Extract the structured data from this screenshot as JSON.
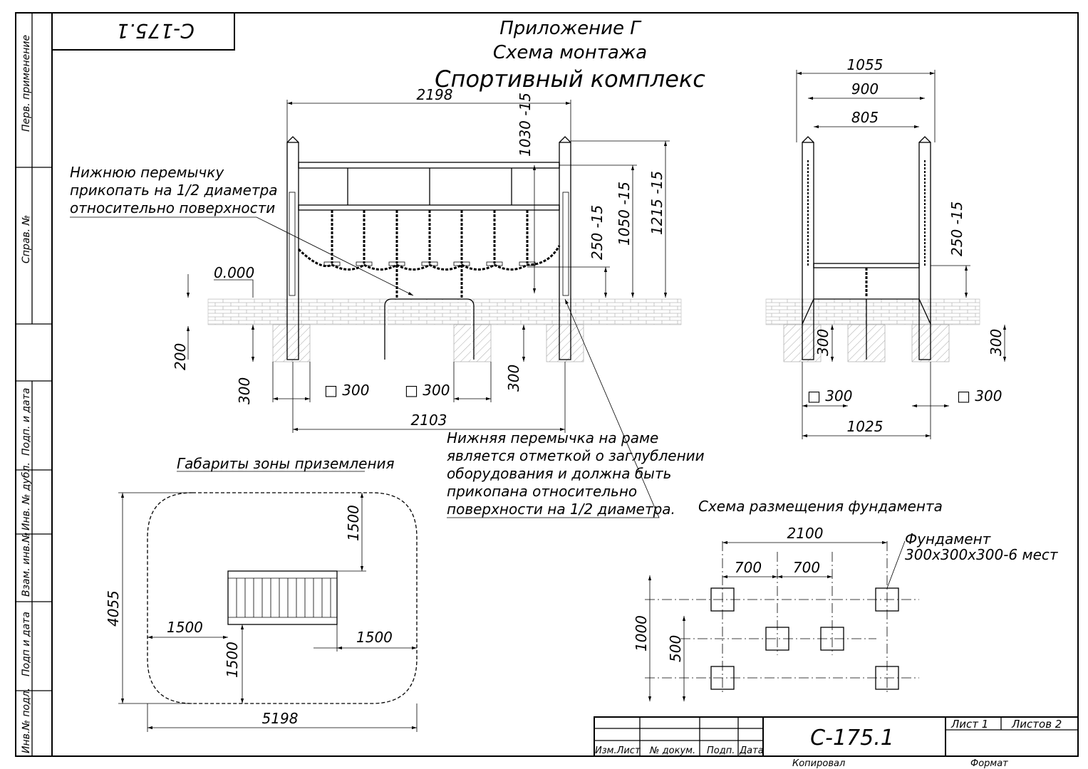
{
  "sheet": {
    "stamp_code": "С-175.1",
    "title_line1": "Приложение Г",
    "title_line2": "Схема монтажа",
    "title_line3": "Спортивный комплекс"
  },
  "side_labels": {
    "perv_primenenie": "Перв. применение",
    "sprav_no": "Справ. №",
    "podp_data_1": "Подп. и дата",
    "inv_no_dubl": "Инв. № дубл.",
    "vzam_inv_no": "Взам. инв.№",
    "podp_data_2": "Подп и дата",
    "inv_no_podl": "Инв.№ подл."
  },
  "front_view": {
    "note_top": [
      "Нижнюю перемычку",
      "прикопать на 1/2 диаметра",
      "относительно поверхности"
    ],
    "note_bottom": [
      "Нижняя перемычка на раме",
      "является отметкой о заглублении",
      "оборудования и должна быть",
      "прикопана относительно",
      "поверхности на 1/2 диаметра."
    ],
    "dim_width": "2198",
    "dim_1030": "1030 -15",
    "dim_1050": "1050 -15",
    "dim_1215": "1215 -15",
    "dim_250": "250 -15",
    "level": "0.000",
    "dim_200": "200",
    "dim_300_left": "300",
    "dim_300_right": "300",
    "sq1": "□ 300",
    "sq2": "□ 300",
    "dim_2103": "2103"
  },
  "side_view": {
    "dim_1055": "1055",
    "dim_900": "900",
    "dim_805": "805",
    "dim_250": "250 -15",
    "dim_300_left": "300",
    "dim_300_right": "300",
    "sq1": "□ 300",
    "sq2": "□ 300",
    "dim_1025": "1025"
  },
  "landing_zone": {
    "title": "Габариты зоны приземления",
    "dim_4055": "4055",
    "dim_5198": "5198",
    "dim_1500_top": "1500",
    "dim_1500_left": "1500",
    "dim_1500_right": "1500",
    "dim_1500_bottom": "1500"
  },
  "foundation": {
    "title": "Схема размещения фундамента",
    "dim_2100": "2100",
    "dim_700a": "700",
    "dim_700b": "700",
    "dim_1000": "1000",
    "dim_500": "500",
    "label_line1": "Фундамент",
    "label_line2": "300х300х300-6 мест"
  },
  "title_block": {
    "code": "С-175.1",
    "sheet": "Лист 1",
    "sheets": "Листов 2",
    "col_izm_list": "Изм.Лист",
    "col_doc_no": "№ докум.",
    "col_podp": "Подп.",
    "col_data": "Дата",
    "copied": "Копировал",
    "format": "Формат"
  }
}
